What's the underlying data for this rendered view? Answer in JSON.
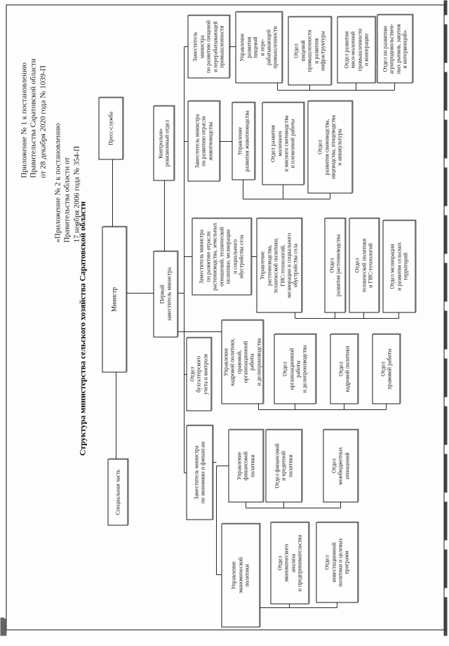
{
  "document": {
    "appendix_note_1": "Приложение № 1 к постановлению\nПравительства Саратовской области\nот 28 декабря 2020 года № 1039-П",
    "appendix_note_2": "«Приложение № 2 к постановлению\nПравительства области от\n17 ноября 2006 года № 354-П",
    "title": "Структура министерства сельского хозяйства Саратовской области"
  },
  "chart": {
    "minister": "Министр",
    "special_part": "Специальная часть",
    "press_service": "Пресс-служба",
    "first_deputy": "Первый\nзаместитель министра",
    "control_audit": "Контрольно-\nревизионный отдел",
    "deputy_econ": "Заместитель министра\nпо экономике и финансам",
    "accounting": "Отдел\nбухгалтерского\nучета и контроля",
    "deputy_crop": "Заместитель министра\nпо развитию отрасли\nрастениеводства, земельных\nотношений, технической\nполитики, мелиорации\nи социального\nобустройства села",
    "deputy_livestock": "Заместитель министра\nпо развитию отрасли\nживотноводства",
    "deputy_food": "Заместитель\nминистра\nпо развитию пищевой\nи перерабатывающей\nпромышленности",
    "dir_econ": "Управление\nэкономической\nполитики",
    "dir_fin": "Управление\nфинансовой\nполитики",
    "dir_hr": "Управление\nкадровой политики,\nправовой,\nорганизационной\nработы\nи делопроизводства",
    "dir_crop": "Управление\nрастениеводства,\nтехнической политики,\nГИС-технологий,\nмелиорации и социального\nобустройства села",
    "dir_livestock": "Управление\nразвития животноводства",
    "dir_food": "Управление\nразвития\nпищевой\nи пере-\nрабатывающей\nпромышленности",
    "dept_econ_analysis": "Отдел\nэкономического\nанализа\nи предпринимательства",
    "dept_invest": "Отдел\nинвестиционной\nполитики и целевых\nпрограмм",
    "dept_fin_credit": "Отдел финансовой\nи кредитной\nполитики",
    "dept_interbudget": "Отдел\nмежбюджетных\nотношений",
    "dept_org_work": "Отдел\nорганизационной\nработы\nи делопроизводства",
    "dept_hr_policy": "Отдел\nкадровой политики",
    "dept_legal": "Отдел\nправовой работы",
    "dept_crop_dev": "Отдел\nразвития растениеводства",
    "dept_tech_gis": "Отдел\nтехнической политики\nи ГИС-технологий",
    "dept_melioration": "Отдел мелиорации\nи развития сельских\nтерриторий",
    "dept_dairy_beef": "Отдел развития\nмолочного\nи мясного скотоводства\nи племенной работы",
    "dept_pig_poultry": "Отдел\nразвития свиноводства,\nовцеводства, птицеводства\nи аквакультуры",
    "dept_food_infra": "Отдел\nпищевой\nпромышленности\nи развития\nинфраструктуры",
    "dept_meat_dairy": "Отдел развития\nмясо-молочной\nпромышленности\nи кооперации",
    "dept_agro_markets": "Отдел по развитию\nагропродовольствен-\nных рынков, закупок\nи интервенций»."
  }
}
